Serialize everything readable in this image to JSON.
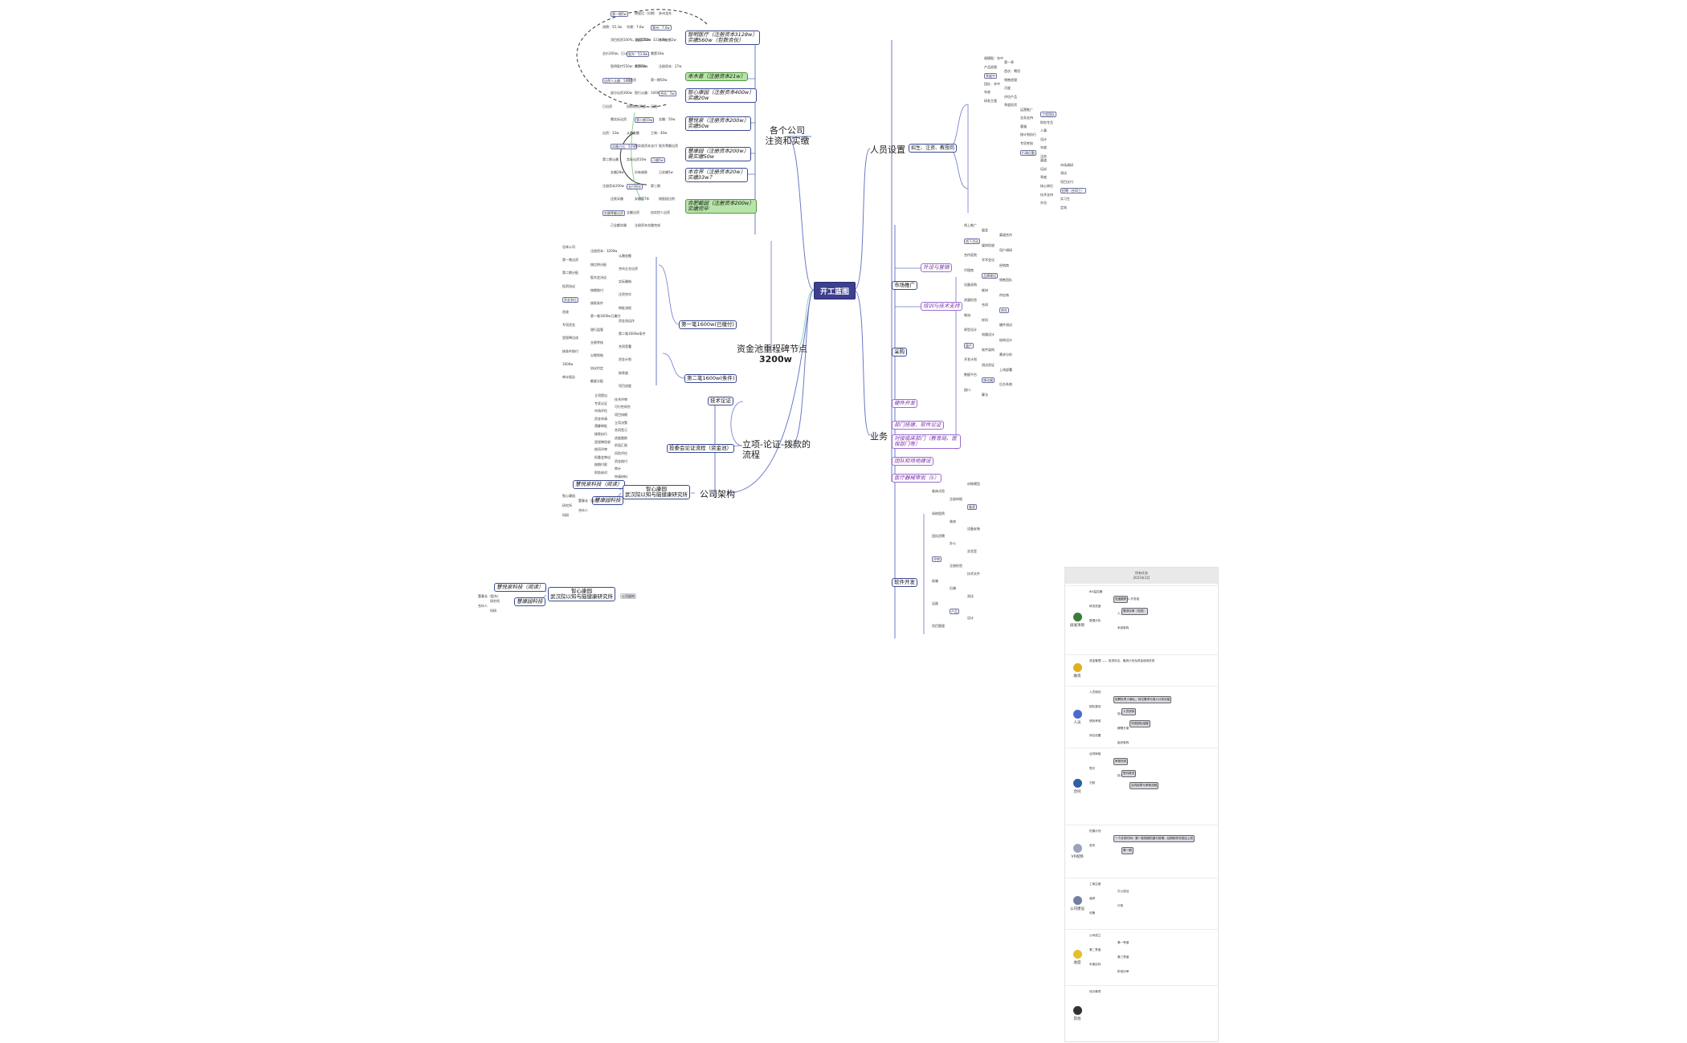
{
  "root": "开工蓝图",
  "branches": {
    "company_capital": "各个公司\n注资和实缴",
    "personnel": "人员设置",
    "fund_pool": "资金池重程碑节点",
    "fund_pool_amount": "3200w",
    "project_process": "立项-论证-拨款的\n流程",
    "company_structure": "公司架构",
    "business": "业务"
  },
  "company_nodes": [
    {
      "label": "智明医疗（注册资本3128w）\n实缴560w（包数合伙）",
      "style": "normal"
    },
    {
      "label": "本木普（注册资本21w）",
      "style": "green"
    },
    {
      "label": "智心康园（注册资本400w）\n实缴20w",
      "style": "normal"
    },
    {
      "label": "慧悦泉（注册资本200w）\n实缴50w",
      "style": "normal"
    },
    {
      "label": "慧康园（注册资本200w）\n需实缴50w",
      "style": "normal"
    },
    {
      "label": "本合界（注册资本20w）\n实缴33w？",
      "style": "normal"
    },
    {
      "label": "合肥截园（注册资本200w）\n实缴完毕",
      "style": "green"
    }
  ],
  "company_leaves": [
    "第一期5w",
    "按股比（分期）",
    "苏州龙木",
    "润德：55.3w",
    "华建：7.6w",
    "滁州：7.6w",
    "顶目投资100%，收回250w",
    "总部550w：3214.9w",
    "合同金额2w",
    "总价200w，已认缴",
    "股东：53.8w",
    "需第16w",
    "智明医疗550w：5555w",
    "剩余60w",
    "注册资本：27w",
    "自然人认缴：50%",
    "已投资",
    "第一期50w",
    "部分出资300w",
    "智行认缴：1000w",
    "合伙：5w",
    "已出资",
    "由前期出资额",
    "已缴",
    "需实际出资",
    "第二期10w",
    "实缴：50w",
    "出资：33w",
    "认缴金额",
    "工商：40w",
    "实缴占比：50%",
    "按实收资本支付",
    "股东等额出资",
    "第二期认缴",
    "实际出资10w",
    "已缴5w",
    "实缴28w",
    "另有借款",
    "已实缴5w",
    "注册资本200w",
    "支付完毕",
    "第三期",
    "还款实缴",
    "实缴第7年",
    "按股权比例",
    "实缴等额出资",
    "全额出资",
    "由实控人出资",
    "已全额实缴",
    "注册资本实缴完成"
  ],
  "personnel": {
    "sub": "招生、注资、教授岗",
    "leaves": [
      "规模股：年中",
      "第一季",
      "产品经理",
      "首次：聘用",
      "季度中",
      "销售经理",
      "团队：年中",
      "月度",
      "年底",
      "评估产品",
      "研发主管",
      "季度投资",
      "运营推广",
      "工程团队",
      "业务支持",
      "财务专员",
      "客服",
      "人事",
      "按计划执行",
      "设计",
      "专项考核",
      "年度",
      "行政后勤",
      "法务",
      "渠道",
      "市场调研",
      "培训",
      "测试",
      "季度",
      "项目交付",
      "核心岗位",
      "招聘（合同工）",
      "技术支持",
      "实习生",
      "外包",
      "定岗"
    ]
  },
  "fund_pool": {
    "first": "第一笔1600w(已缴付)",
    "second": "第二笔1600w(条件)",
    "leaves": [
      "总体公司",
      "注册资本：3200w",
      "认缴金额",
      "第一笔出资",
      "按比例分配",
      "合伙企业出资",
      "第二期分配",
      "股东会决议",
      "实际缴纳",
      "投资协议",
      "按期拨付",
      "注资完毕",
      "资金到位",
      "拨款条件",
      "审批流程",
      "验收",
      "第一笔1600w已缴付",
      "资金池运作",
      "专项资金",
      "银行监管",
      "第二笔1600w条件",
      "里程碑达成",
      "业绩考核",
      "合同签署",
      "按条件拨付",
      "分期到账",
      "资金计划",
      "1600w",
      "协议约定",
      "按季度",
      "审计报告",
      "额度分配",
      "项目进度"
    ]
  },
  "project": {
    "tech": "技术论证",
    "committee": "投委会论证流程（资金池）",
    "leaves": [
      "立项提出",
      "技术评审",
      "专家论证",
      "可行性研究",
      "市场评估",
      "项目排期",
      "资金申请",
      "立项决策",
      "预算审批",
      "合同签订",
      "拨款执行",
      "进度跟踪",
      "里程碑验收",
      "阶段汇报",
      "结项评审",
      "风险评估",
      "投委会审议",
      "资金拨付",
      "按期付款",
      "审计",
      "财务核对",
      "申请材料"
    ]
  },
  "structure": {
    "left_nodes": [
      "慧悦泉科技（阅读）",
      "慧康园科技"
    ],
    "center": "智心康园\n武汉院以知与脑健康研究所",
    "leaves": [
      "智心康园",
      "董事长（股东）",
      "研究所",
      "合伙人",
      "科研"
    ]
  },
  "structure_copy": {
    "left_nodes": [
      "慧悦泉科技（阅读）",
      "慧康园科技"
    ],
    "center": "智心康园\n武汉院以知与脑健康研究所",
    "tag": "公司架构",
    "leaves": [
      "董事长（股东）",
      "研究所",
      "合伙人",
      "科研"
    ]
  },
  "business": {
    "nodes": [
      {
        "label": "市场推广",
        "style": "normal"
      },
      {
        "label": "外设与营销",
        "style": "purple"
      },
      {
        "label": "培训与技术支持",
        "style": "purple"
      },
      {
        "label": "采购",
        "style": "normal"
      },
      {
        "label": "硬件开发",
        "style": "purple"
      },
      {
        "label": "部门搭建、软件论证",
        "style": "purple"
      },
      {
        "label": "对接临床部门（教育局、医保部门等）",
        "style": "purple"
      },
      {
        "label": "团队和场地建设",
        "style": "purple"
      },
      {
        "label": "医疗器械审批（5）",
        "style": "purple"
      },
      {
        "label": "软件开发",
        "style": "normal"
      }
    ],
    "leaves": [
      "线上推广",
      "展会",
      "渠道合作",
      "线下活动",
      "媒体投放",
      "用户调研",
      "合作医院",
      "学术会议",
      "经销商",
      "代理商",
      "品牌建设",
      "销售团队",
      "设备采购",
      "耗材",
      "供应商",
      "质量检验",
      "合同",
      "库存",
      "物流",
      "样机",
      "硬件测试",
      "原型设计",
      "电路设计",
      "结构设计",
      "量产",
      "软件架构",
      "需求分析",
      "开发计划",
      "测试验证",
      "上线部署",
      "数据平台",
      "移动端",
      "后台系统",
      "接口",
      "算法",
      "训练模型",
      "临床试验",
      "注册申报",
      "备案",
      "场地租赁",
      "装修",
      "设备安装",
      "团队招聘",
      "办公",
      "实验室",
      "评审",
      "注册检验",
      "技术文件",
      "前端",
      "后端",
      "测试",
      "运维",
      "产品",
      "设计",
      "项目管理"
    ]
  },
  "panel": {
    "title": "所有任务\n2021年3月",
    "rows": [
      {
        "label": "研发项目",
        "color": "#3a7d3a",
        "texts": [
          "Bill监控器",
          "CLI、X-1-开发组",
          "研发进度",
          "人工智能",
          "数据分析",
          "系统架构"
        ],
        "boxes": [
          "进度跟踪",
          "需求评审（完成）"
        ]
      },
      {
        "label": "融资",
        "color": "#e0b020",
        "texts": [
          "资金管理 —— 投资协议、融资计划及资金使用安排"
        ],
        "boxes": []
      },
      {
        "label": "人员",
        "color": "#4a6ad0",
        "texts": [
          "人员规划",
          "招聘计划",
          "团队建设",
          "培训体系",
          "绩效考核",
          "薪酬方案",
          "岗位设置",
          "组织架构"
        ],
        "boxes": [
          "招聘负责人确认，岗位需求与用人计划对接",
          "人员到岗",
          "完成团队组建"
        ]
      },
      {
        "label": "合同",
        "color": "#3060a0",
        "texts": [
          "合同审核",
          "法务",
          "签约",
          "执行跟踪",
          "归档"
        ],
        "boxes": [
          "审核完成",
          "签约推进",
          "合同起草与审核流程"
        ]
      },
      {
        "label": "VR视频",
        "color": "#9aa4b8",
        "texts": [
          "拍摄计划",
          "后期制作",
          "发布"
        ],
        "boxes": [
          "一个月的时间：第一批视频拍摄与剪辑，后期制作完成后上线",
          "第一期"
        ]
      },
      {
        "label": "公司建设",
        "color": "#7080a0",
        "texts": [
          "工商注册",
          "办公选址",
          "装修",
          "行政",
          "设备"
        ],
        "boxes": []
      },
      {
        "label": "进度",
        "color": "#e0c030",
        "texts": [
          "公司成立",
          "第一季度",
          "第二季度",
          "第三季度",
          "年度目标",
          "阶段评审"
        ],
        "boxes": []
      },
      {
        "label": "其他",
        "color": "#333333",
        "texts": [
          "待办事项"
        ],
        "boxes": []
      }
    ]
  },
  "colors": {
    "root_bg": "#3d3f8f",
    "line": "#6a78c8",
    "line_green": "#8bd48b",
    "green_box": "#b7e4a8",
    "purple_text": "#7a2ea8"
  }
}
